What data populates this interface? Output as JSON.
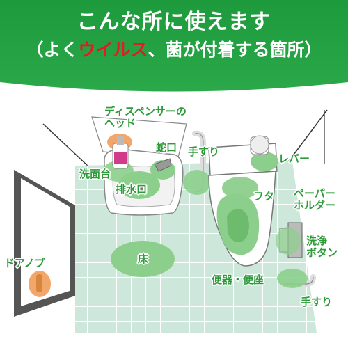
{
  "header": {
    "title": "こんな所に使えます",
    "subtitle_before": "（よく",
    "subtitle_highlight": "ウイルス",
    "subtitle_after": "、菌が付着する箇所）"
  },
  "labels": {
    "dispenser_head": "ディスペンサーの\nヘッド",
    "faucet": "蛇口",
    "handrail_upper": "手すり",
    "lever": "レバー",
    "sink": "洗面台",
    "drain": "排水口",
    "lid": "フタ",
    "paper_holder": "ペーパー\nホルダー",
    "flush_button": "洗浄\nボタン",
    "door_knob": "ドアノブ",
    "floor": "床",
    "toilet_seat": "便器・便座",
    "handrail_lower": "手すり"
  },
  "colors": {
    "header_green": "#1f9e3e",
    "tile": "#cde8da",
    "hotspot": "#8ccf8c",
    "hotspot_orange": "#f3a66a",
    "label_green": "#2d9b3a",
    "virus_red": "#e31b23"
  }
}
